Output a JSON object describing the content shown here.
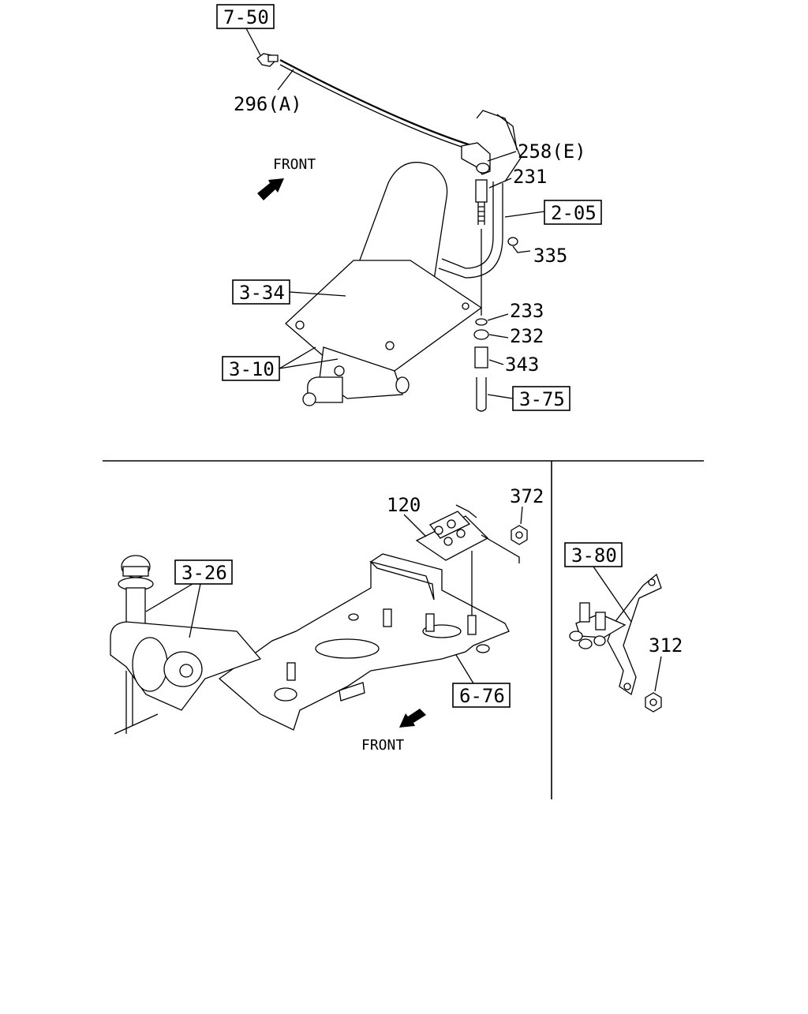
{
  "diagram": {
    "top": {
      "boxed_refs": {
        "r750": "7-50",
        "r205": "2-05",
        "r334": "3-34",
        "r310": "3-10",
        "r375": "3-75"
      },
      "part_numbers": {
        "p296": "296(A)",
        "p258": "258(E)",
        "p231": "231",
        "p335": "335",
        "p233": "233",
        "p232": "232",
        "p343": "343"
      },
      "direction_label": "FRONT"
    },
    "bottom_left": {
      "boxed_refs": {
        "r326": "3-26",
        "r676": "6-76"
      },
      "part_numbers": {
        "p120": "120",
        "p372": "372"
      },
      "direction_label": "FRONT"
    },
    "bottom_right": {
      "boxed_refs": {
        "r380": "3-80"
      },
      "part_numbers": {
        "p312": "312"
      }
    }
  }
}
